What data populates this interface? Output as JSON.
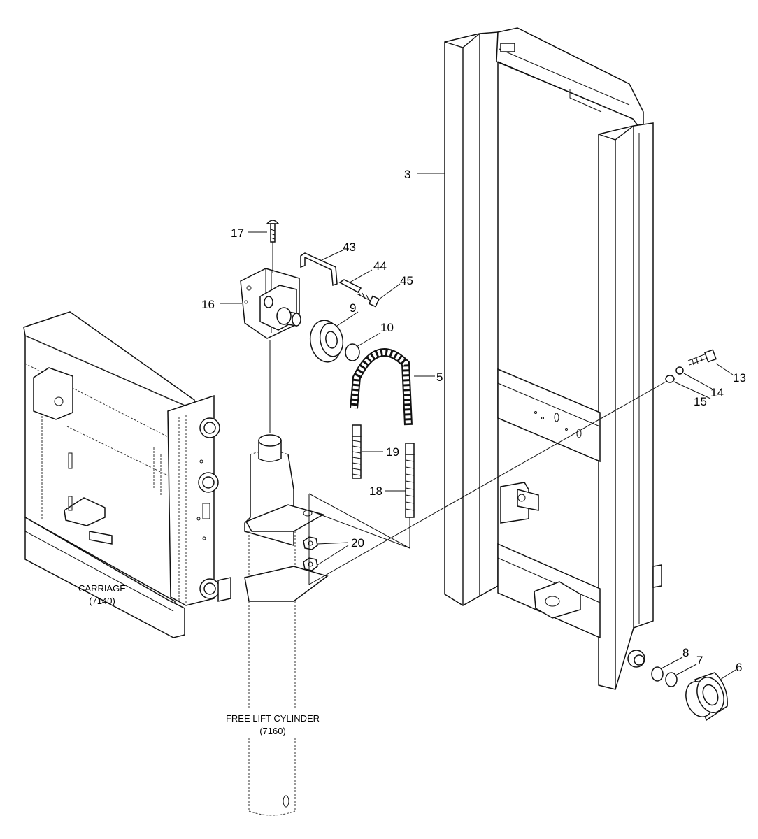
{
  "callouts": {
    "c3": "3",
    "c17": "17",
    "c43": "43",
    "c44": "44",
    "c45": "45",
    "c16": "16",
    "c9": "9",
    "c10": "10",
    "c5": "5",
    "c13": "13",
    "c14": "14",
    "c15": "15",
    "c19": "19",
    "c18": "18",
    "c20": "20",
    "c8": "8",
    "c7": "7",
    "c6": "6"
  },
  "captions": {
    "carriage_name": "CARRIAGE",
    "carriage_ref": "(7140)",
    "cylinder_name": "FREE LIFT CYLINDER",
    "cylinder_ref": "(7160)"
  }
}
